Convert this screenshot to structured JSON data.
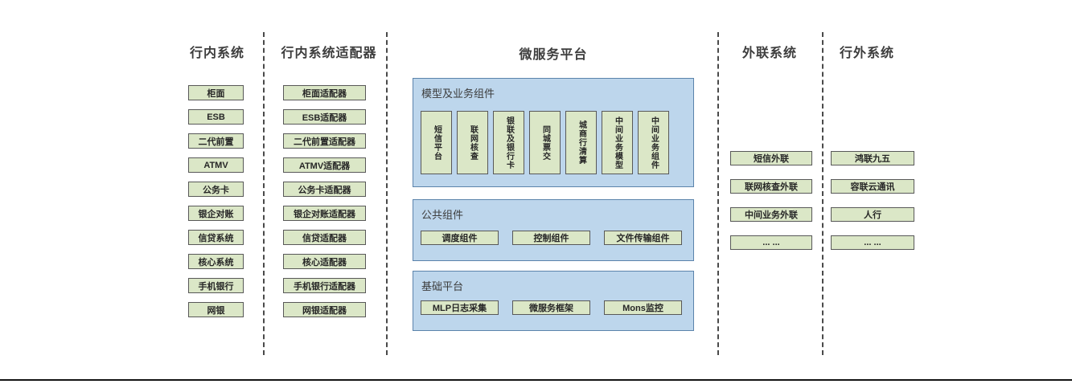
{
  "diagram": {
    "columns": {
      "inbank": {
        "title": "行内系统",
        "items": [
          "柜面",
          "ESB",
          "二代前置",
          "ATMV",
          "公务卡",
          "银企对账",
          "信贷系统",
          "核心系统",
          "手机银行",
          "网银"
        ]
      },
      "adapter": {
        "title": "行内系统适配器",
        "items": [
          "柜面适配器",
          "ESB适配器",
          "二代前置适配器",
          "ATMV适配器",
          "公务卡适配器",
          "银企对账适配器",
          "信贷适配器",
          "核心适配器",
          "手机银行适配器",
          "网银适配器"
        ]
      },
      "platform": {
        "title": "微服务平台",
        "groups": {
          "model": {
            "title": "模型及业务组件",
            "items": [
              "短信平台",
              "联网核查",
              "银联及银行卡",
              "同城票交",
              "城商行清算",
              "中间业务模型",
              "中间业务组件"
            ]
          },
          "common": {
            "title": "公共组件",
            "items": [
              "调度组件",
              "控制组件",
              "文件传输组件"
            ]
          },
          "base": {
            "title": "基础平台",
            "items": [
              "MLP日志采集",
              "微服务框架",
              "Mons监控"
            ]
          }
        }
      },
      "external": {
        "title": "外联系统",
        "items": [
          "短信外联",
          "联网核查外联",
          "中间业务外联",
          "... ..."
        ]
      },
      "outbank": {
        "title": "行外系统",
        "items": [
          "鸿联九五",
          "容联云通讯",
          "人行",
          "... ..."
        ]
      }
    },
    "colors": {
      "green_fill": "#dbe7c7",
      "green_border": "#585858",
      "blue_fill": "#bdd6ec",
      "blue_border": "#5b83ab",
      "separator": "#4a4a4a"
    }
  }
}
